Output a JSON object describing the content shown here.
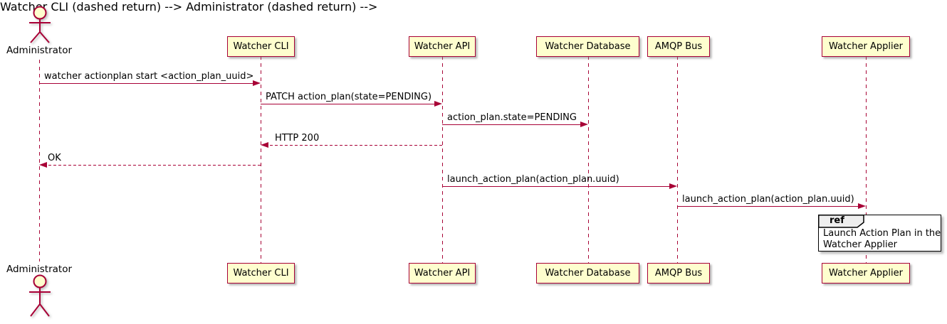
{
  "colors": {
    "accent": "#A80036",
    "participant_fill": "#FEFECE",
    "ref_tab_fill": "#EEEEEE",
    "ref_border": "#000000",
    "background": "#FFFFFF"
  },
  "actor": {
    "label": "Administrator"
  },
  "participants": [
    {
      "label": "Watcher CLI"
    },
    {
      "label": "Watcher API"
    },
    {
      "label": "Watcher Database"
    },
    {
      "label": "AMQP Bus"
    },
    {
      "label": "Watcher Applier"
    }
  ],
  "messages": [
    {
      "from": "Administrator",
      "to": "Watcher CLI",
      "label": "watcher actionplan start <action_plan_uuid>",
      "line": "solid"
    },
    {
      "from": "Watcher CLI",
      "to": "Watcher API",
      "label": "PATCH action_plan(state=PENDING)",
      "line": "solid"
    },
    {
      "from": "Watcher API",
      "to": "Watcher Database",
      "label": "action_plan.state=PENDING",
      "line": "solid"
    },
    {
      "from": "Watcher API",
      "to": "Watcher CLI",
      "label": "HTTP 200",
      "line": "dashed"
    },
    {
      "from": "Watcher CLI",
      "to": "Administrator",
      "label": "OK",
      "line": "dashed"
    },
    {
      "from": "Watcher API",
      "to": "AMQP Bus",
      "label": "launch_action_plan(action_plan.uuid)",
      "line": "solid"
    },
    {
      "from": "AMQP Bus",
      "to": "Watcher Applier",
      "label": "launch_action_plan(action_plan.uuid)",
      "line": "solid"
    }
  ],
  "ref": {
    "tag": "ref",
    "line1": "Launch Action Plan in the",
    "line2": "Watcher Applier"
  }
}
